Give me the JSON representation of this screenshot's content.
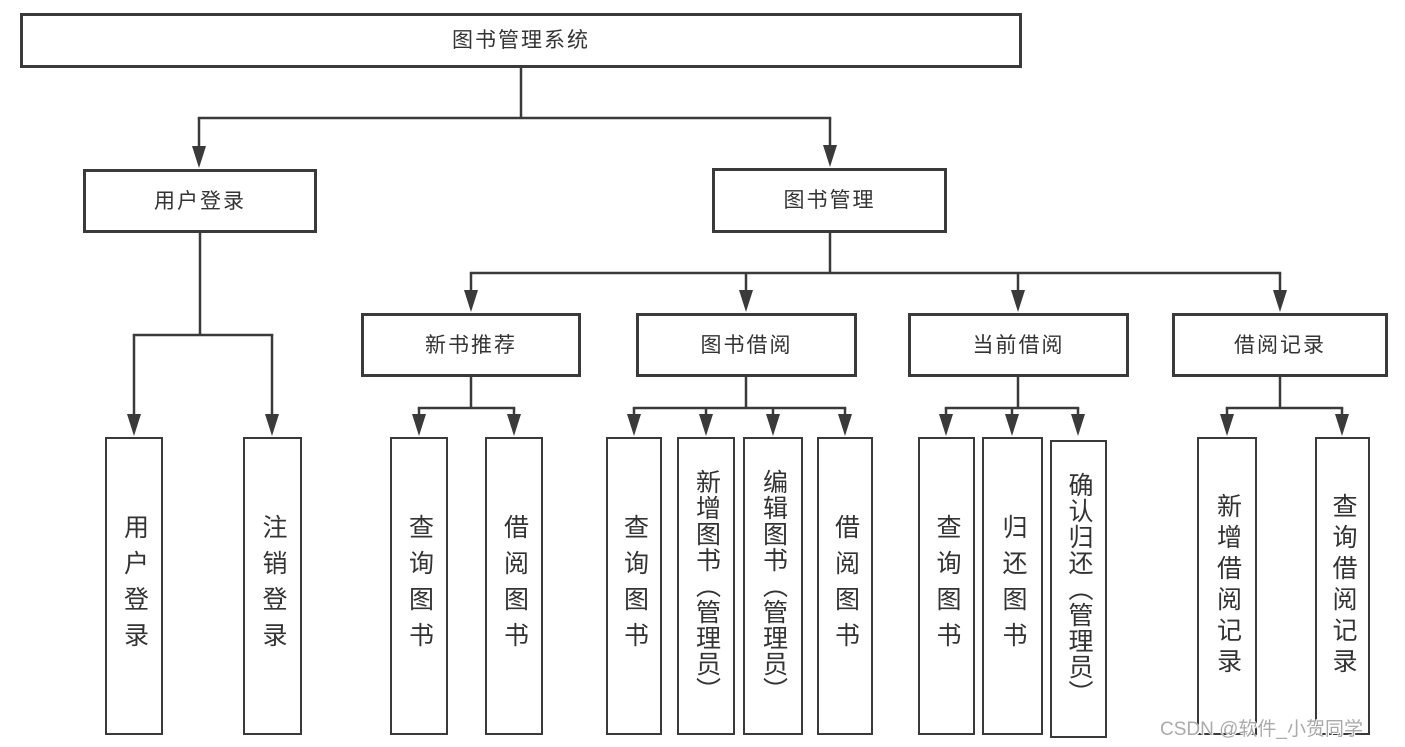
{
  "tree": {
    "root": {
      "label": "图书管理系统"
    },
    "branches": [
      {
        "label": "用户登录",
        "children": [
          "用户登录",
          "注销登录"
        ]
      },
      {
        "label": "图书管理",
        "sections": [
          {
            "label": "新书推荐",
            "children": [
              "查询图书",
              "借阅图书"
            ]
          },
          {
            "label": "图书借阅",
            "children": [
              "查询图书",
              "新增图书（管理员）",
              "编辑图书（管理员）",
              "借阅图书"
            ]
          },
          {
            "label": "当前借阅",
            "children": [
              "查询图书",
              "归还图书",
              "确认归还（管理员）"
            ]
          },
          {
            "label": "借阅记录",
            "children": [
              "新增借阅记录",
              "查询借阅记录"
            ]
          }
        ]
      }
    ]
  },
  "watermark": "CSDN @软件_小贺同学",
  "colors": {
    "line": "#3a3a3a",
    "border": "#3a3a3a",
    "text": "#333333",
    "watermark": "#aaaaaa",
    "background": "#ffffff"
  }
}
